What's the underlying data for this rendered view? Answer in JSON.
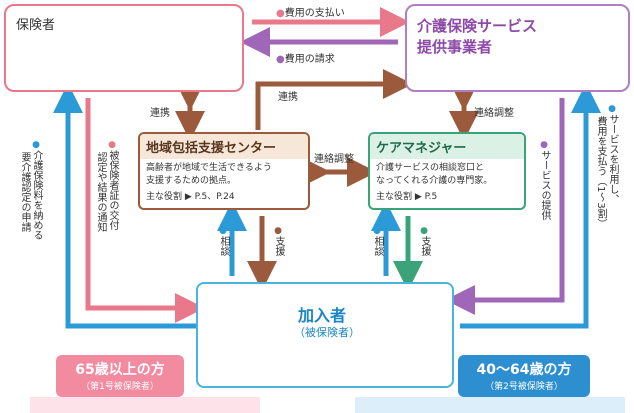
{
  "insurer": {
    "label": "保険者"
  },
  "provider": {
    "line1": "介護保険サービス",
    "line2": "提供事業者"
  },
  "flows": {
    "payment": "費用の支払い",
    "billing": "費用の請求",
    "cooperation_left": "連携",
    "cooperation_top": "連携",
    "coordination_right": "連絡調整",
    "coordination_mid": "連絡調整"
  },
  "center": {
    "title": "地域包括支援センター",
    "desc_line1": "高齢者が地域で生活できるよう",
    "desc_line2": "支援するための拠点。",
    "role": "主な役割 ▶ P.5、P.24"
  },
  "caremgr": {
    "title": "ケアマネジャー",
    "desc_line1": "介護サービスの相談窓口と",
    "desc_line2": "なってくれる介護の専門家。",
    "role": "主な役割 ▶ P.5"
  },
  "left_vertical": {
    "premium_col1": "介護保険料を納める",
    "premium_col2": "要介護認定の申請",
    "notice_col1": "被保険者証の交付",
    "notice_col2": "認定や結果の通知"
  },
  "right_vertical": {
    "service_provide": "サービスの提供",
    "use_col1": "サービスを利用し、",
    "use_col2": "費用を支払う（1〜3割）"
  },
  "consult_support": {
    "center_consult": "相談",
    "center_support": "支援",
    "cm_consult": "相談",
    "cm_support": "支援"
  },
  "member": {
    "title": "加入者",
    "sub": "（被保険者）"
  },
  "badge65": {
    "big": "65歳以上の方",
    "small": "（第1号被保険者）"
  },
  "badge40": {
    "big": "40〜64歳の方",
    "small": "（第2号被保険者）"
  },
  "colors": {
    "pink": "#e8788a",
    "purple": "#a066b8",
    "brown": "#9c5a3c",
    "green": "#3aa37a",
    "blue": "#2d9ad8"
  }
}
